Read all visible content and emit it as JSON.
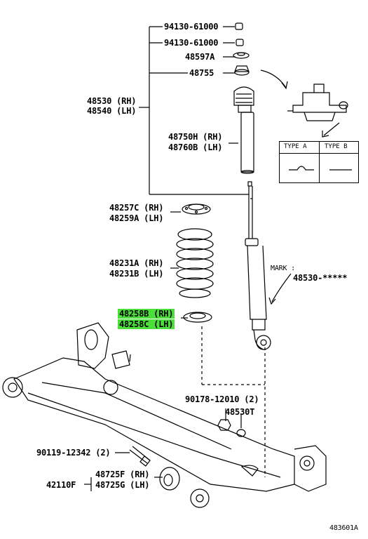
{
  "labels": {
    "p94130_a": "94130-61000",
    "p94130_b": "94130-61000",
    "p48597": "48597A",
    "p48755": "48755",
    "p48530_rh": "48530 (RH)",
    "p48540_lh": "48540 (LH)",
    "p48750": "48750H (RH)",
    "p48760": "48760B (LH)",
    "p48257": "48257C (RH)",
    "p48259": "48259A (LH)",
    "p48231a": "48231A (RH)",
    "p48231b": "48231B (LH)",
    "p48258b": "48258B (RH)",
    "p48258c": "48258C (LH)",
    "mark": "MARK :",
    "mark_code": "48530-*****",
    "p90178": "90178-12010 (2)",
    "p48530t": "48530T",
    "p90119": "90119-12342 (2)",
    "p48725f": "48725F (RH)",
    "p48725g": "48725G (LH)",
    "p42110": "42110F",
    "figure_id": "483601A"
  },
  "type_table": {
    "type_a": "TYPE  A",
    "type_b": "TYPE  B"
  },
  "highlight_color": "#4cdf3c"
}
